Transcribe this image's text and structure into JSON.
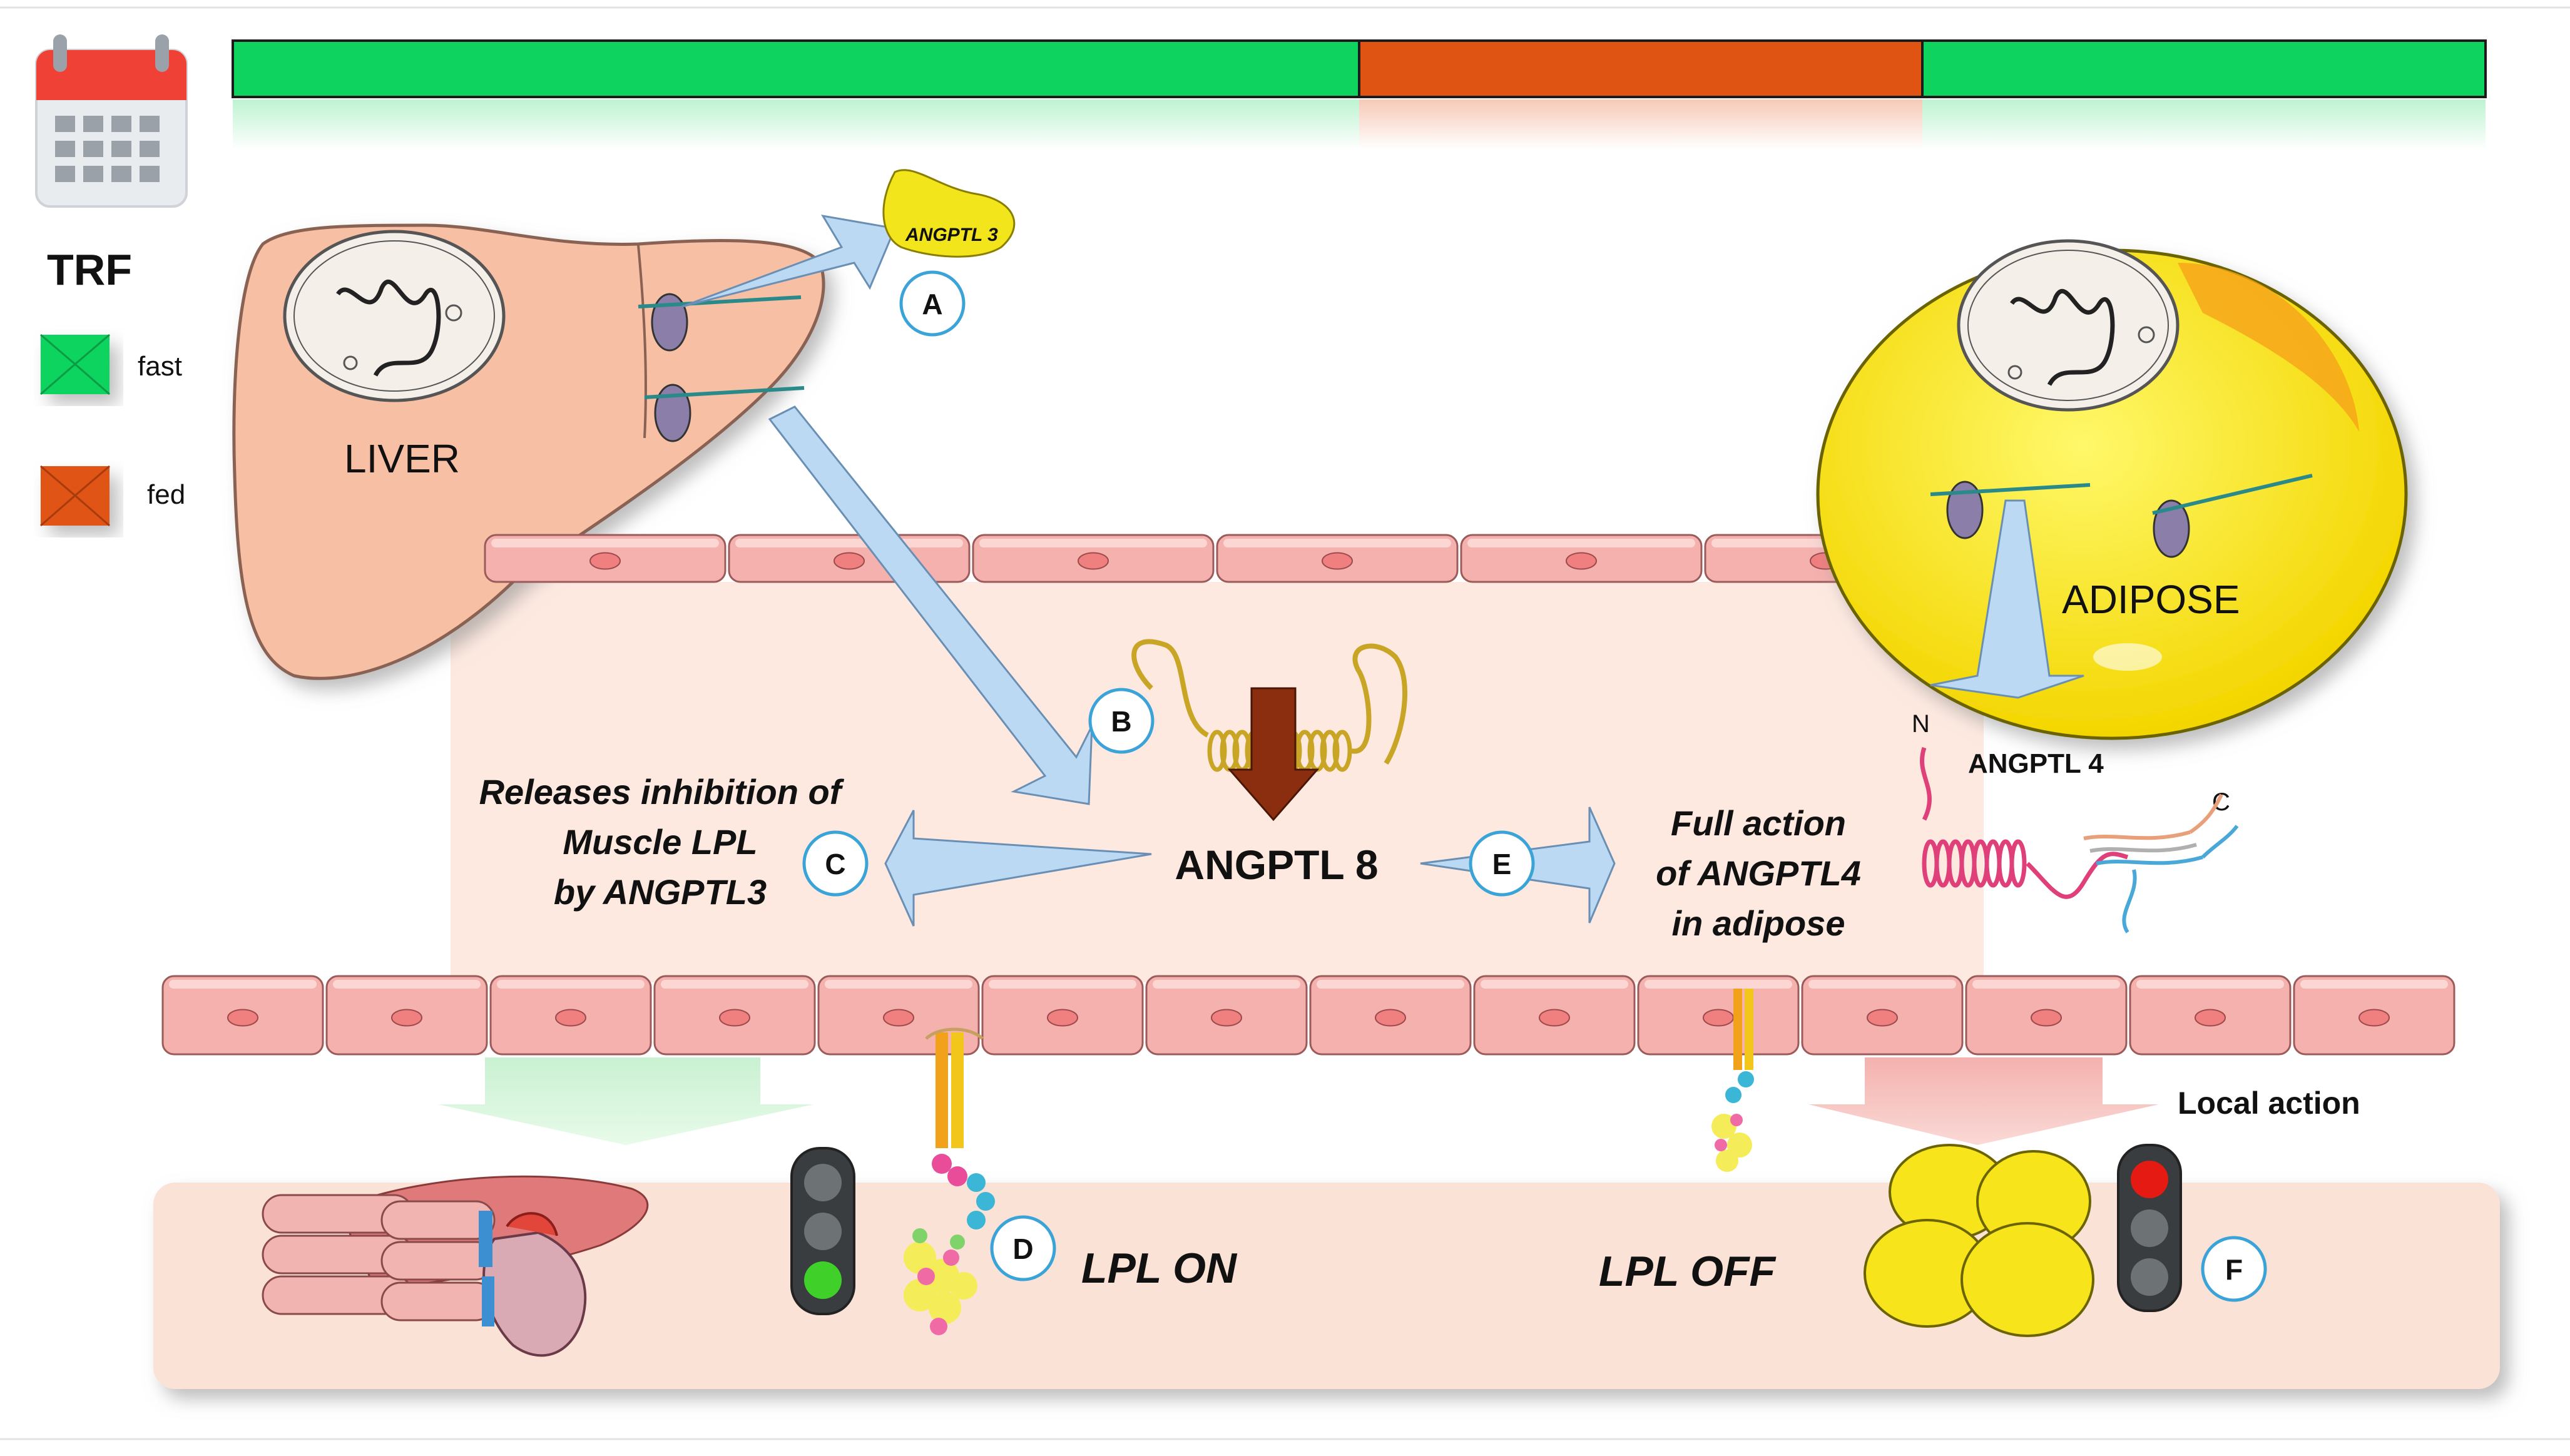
{
  "legend": {
    "title": "TRF",
    "fast_label": "fast",
    "fed_label": "fed",
    "fast_color": "#0fd35f",
    "fed_color": "#e05413"
  },
  "timeline": {
    "segments": [
      {
        "state": "fast",
        "fraction": 0.5
      },
      {
        "state": "fed",
        "fraction": 0.25
      },
      {
        "state": "fast",
        "fraction": 0.25
      }
    ]
  },
  "organs": {
    "liver_label": "LIVER",
    "adipose_label": "ADIPOSE"
  },
  "proteins": {
    "angptl3": "ANGPTL 3",
    "angptl8": "ANGPTL 8",
    "angptl4": "ANGPTL 4",
    "n_terminus": "N",
    "c_terminus": "C"
  },
  "markers": {
    "a": "A",
    "b": "B",
    "c": "C",
    "d": "D",
    "e": "E",
    "f": "F"
  },
  "annotations": {
    "c_line1": "Releases inhibition of",
    "c_line2": "Muscle LPL",
    "c_line3": "by ANGPTL3",
    "e_line1": "Full action",
    "e_line2": "of ANGPTL4",
    "e_line3": "in adipose",
    "lpl_on": "LPL ON",
    "lpl_off": "LPL OFF",
    "local_action": "Local action"
  },
  "icons": {
    "calendar": "calendar-icon",
    "traffic_light_green": "traffic-light-green-icon",
    "traffic_light_red": "traffic-light-red-icon"
  }
}
